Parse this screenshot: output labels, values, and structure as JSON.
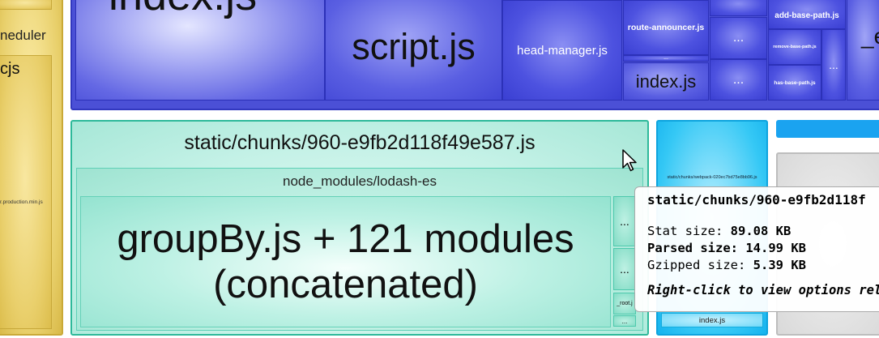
{
  "yellow": {
    "parent_label": "neduler",
    "child_label": "cjs",
    "file_label": "r.production.min.js"
  },
  "blue": {
    "index_top_label": "index.js",
    "script_label": "script.js",
    "head_manager_label": "head-manager.js",
    "route_announcer_label": "route-announcer.js",
    "index_small_label": "index.js",
    "ellipsis": "...",
    "add_base_path_label": "add-base-path.js",
    "remove_base_path_label": "remove-base-path.js",
    "has_base_path_label": "has-base-path.js",
    "edge_label": "_e"
  },
  "teal": {
    "chunk_label": "static/chunks/960-e9fb2d118f49e587.js",
    "lodash_label": "node_modules/lodash-es",
    "groupby_label": "groupBy.js + 121 modules (concatenated)",
    "small_root_label": "_root.j",
    "ellipsis": "..."
  },
  "cyan": {
    "webpack_label": "static/chunks/webpack-020ec7bd75e8bb96.js",
    "index_label": "index.js"
  },
  "tooltip": {
    "title": "static/chunks/960-e9fb2d118f",
    "stat_label": "Stat size:",
    "stat_value": "89.08 KB",
    "parsed_label": "Parsed size:",
    "parsed_value": "14.99 KB",
    "gzip_label": "Gzipped size:",
    "gzip_value": "5.39 KB",
    "hint": "Right-click to view options rela"
  },
  "colors": {
    "yellow": "#e8cf6a",
    "blue": "#4b50d6",
    "teal": "#c3f1e6",
    "cyan": "#35c8f5",
    "gray": "#d9d9d9",
    "accent_bar": "#1aa3f0"
  },
  "icons": {
    "cursor": "mouse-pointer-icon"
  }
}
